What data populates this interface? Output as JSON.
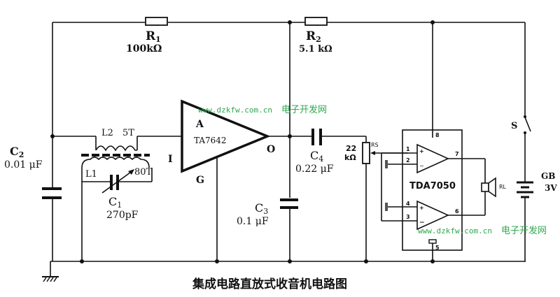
{
  "diagram": {
    "title": "集成电路直放式收音机电路图",
    "watermark": {
      "url": "www.dzkfw.com.cn",
      "site_name": "电子开发网"
    },
    "components": {
      "R1": {
        "name": "R",
        "sub": "1",
        "value": "100kΩ"
      },
      "R2": {
        "name": "R",
        "sub": "2",
        "value": "5.1 kΩ"
      },
      "C1": {
        "name": "C",
        "sub": "1",
        "value": "270pF"
      },
      "C2": {
        "name": "C",
        "sub": "2",
        "value": "0.01 μF"
      },
      "C3": {
        "name": "C",
        "sub": "3",
        "value": "0.1 μF"
      },
      "C4": {
        "name": "C",
        "sub": "4",
        "value": "0.22 μF"
      },
      "L1": {
        "name": "L1",
        "turns": "80T"
      },
      "L2": {
        "name": "L2",
        "turns": "5T"
      },
      "RS": {
        "name": "RS",
        "value_line1": "22",
        "value_line2": "kΩ"
      },
      "IC1": {
        "part": "TA7642",
        "block_label": "A",
        "pin_in": "I",
        "pin_out": "O",
        "pin_gnd": "G"
      },
      "IC2": {
        "part": "TDA7050",
        "pins": [
          "1",
          "2",
          "3",
          "4",
          "5",
          "6",
          "7",
          "8"
        ]
      },
      "RL": {
        "name": "RL"
      },
      "S": {
        "name": "S"
      },
      "GB": {
        "name": "GB",
        "value": "3V"
      }
    }
  }
}
